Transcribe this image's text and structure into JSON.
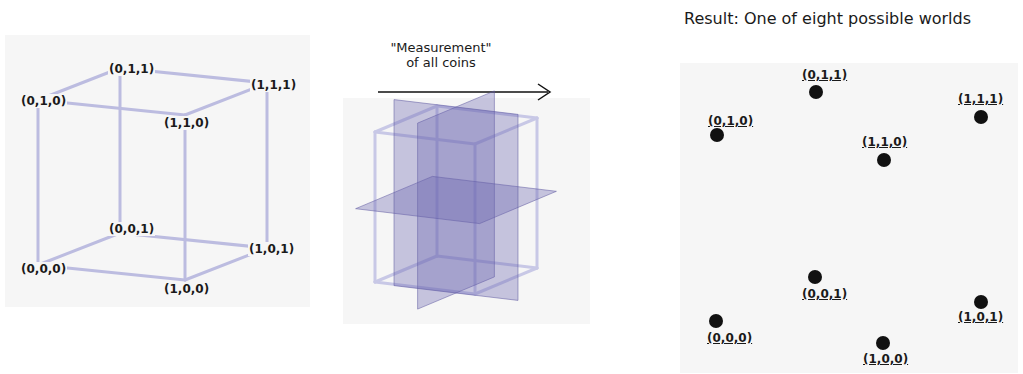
{
  "diagram": {
    "labels": [
      "(0,1,0)",
      "(0,1,1)",
      "(1,1,1)",
      "(1,1,0)",
      "(0,0,1)",
      "(1,0,1)",
      "(0,0,0)",
      "(1,0,0)",
      "\"Measurement\" of all coins",
      "Result: One of eight possible worlds",
      "(0,1,0)",
      "(0,1,1)",
      "(1,1,1)",
      "(1,1,0)",
      "(0,0,1)",
      "(1,0,1)",
      "(0,0,0)",
      "(1,0,0)"
    ]
  }
}
